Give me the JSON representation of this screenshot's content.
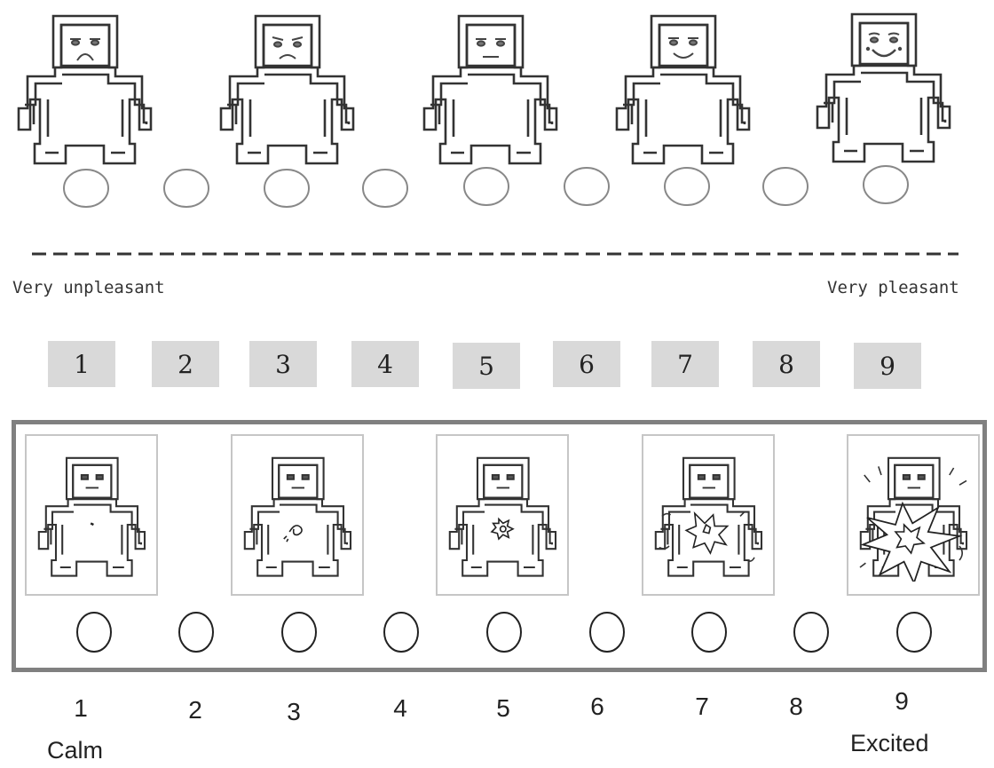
{
  "valence_scale": {
    "figures": [
      {
        "icon": "frowning-figure-icon"
      },
      {
        "icon": "sad-figure-icon"
      },
      {
        "icon": "neutral-figure-icon"
      },
      {
        "icon": "smiling-figure-icon"
      },
      {
        "icon": "happy-figure-icon"
      }
    ],
    "left_anchor": "Very unpleasant",
    "right_anchor": "Very pleasant",
    "ratings": [
      "1",
      "2",
      "3",
      "4",
      "5",
      "6",
      "7",
      "8",
      "9"
    ]
  },
  "arousal_scale": {
    "figures": [
      {
        "icon": "calm-figure-icon"
      },
      {
        "icon": "slightly-aroused-figure-icon"
      },
      {
        "icon": "moderately-aroused-figure-icon"
      },
      {
        "icon": "aroused-figure-icon"
      },
      {
        "icon": "highly-excited-figure-icon"
      }
    ],
    "numbers": [
      "1",
      "2",
      "3",
      "4",
      "5",
      "6",
      "7",
      "8",
      "9"
    ],
    "left_anchor": "Calm",
    "right_anchor": "Excited"
  },
  "colors": {
    "rating_box": "#d9d9d9",
    "panel_border": "#808080",
    "card_border": "#c6c6c6",
    "line": "#333333"
  }
}
